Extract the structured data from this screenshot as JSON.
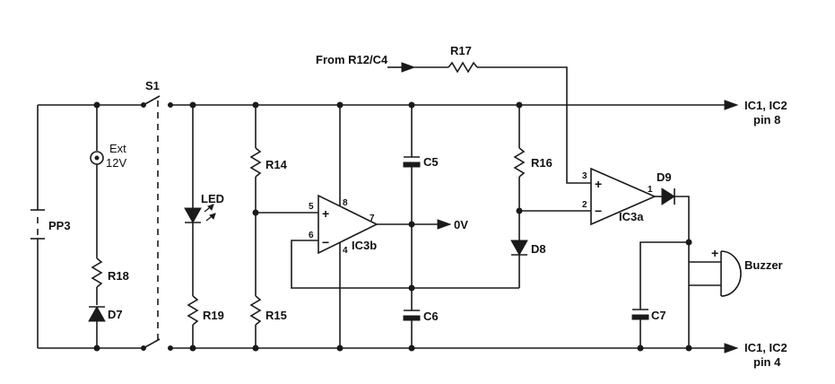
{
  "labels": {
    "from_r12c4": "From R12/C4",
    "r17": "R17",
    "s1": "S1",
    "ext": "Ext",
    "ext_voltage": "12V",
    "pp3": "PP3",
    "r18": "R18",
    "d7": "D7",
    "led": "LED",
    "r19": "R19",
    "r14": "R14",
    "r15": "R15",
    "c5": "C5",
    "c6": "C6",
    "r16": "R16",
    "d8": "D8",
    "ic3b": "IC3b",
    "ic3a": "IC3a",
    "ov": "0V",
    "d9": "D9",
    "buzzer": "Buzzer",
    "c7": "C7",
    "top_out_line1": "IC1, IC2",
    "top_out_line2": "pin 8",
    "bottom_out_line1": "IC1, IC2",
    "bottom_out_line2": "pin 4"
  },
  "pins": {
    "ic3b_in_plus": "5",
    "ic3b_in_minus": "6",
    "ic3b_out": "7",
    "ic3b_vcc": "8",
    "ic3b_gnd": "4",
    "ic3a_in_plus": "3",
    "ic3a_in_minus": "2",
    "ic3a_out": "1"
  },
  "signs": {
    "plus": "+",
    "minus": "−",
    "buzzer_plus": "+"
  }
}
